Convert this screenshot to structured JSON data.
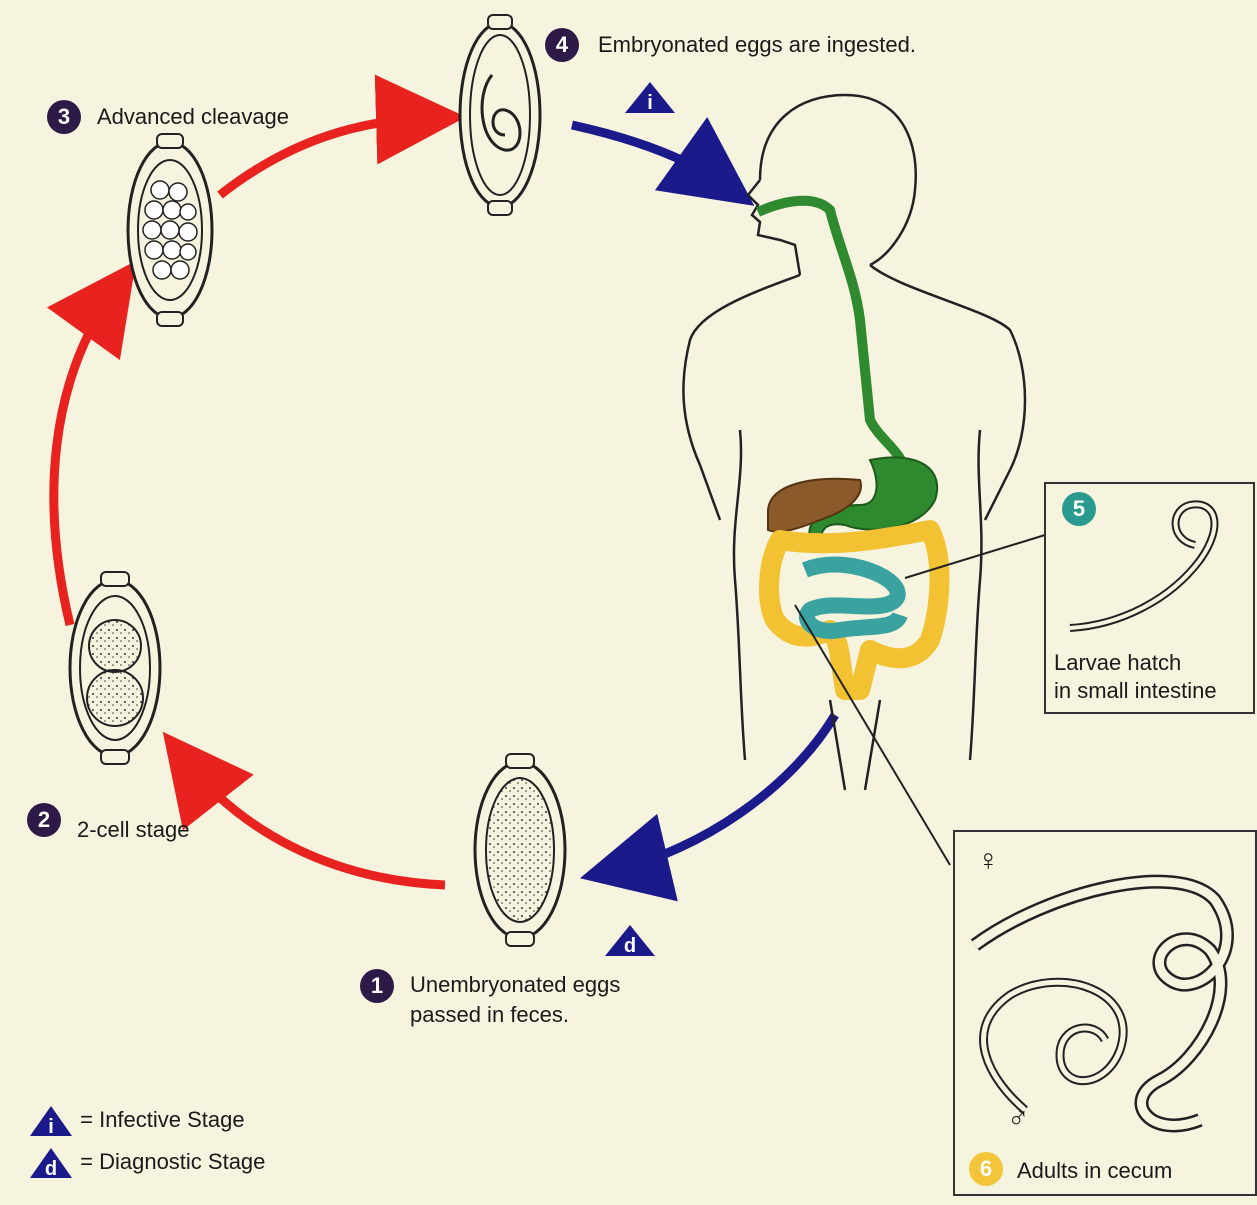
{
  "steps": {
    "s1": {
      "num": "1",
      "line1": "Unembryonated eggs",
      "line2": "passed in feces."
    },
    "s2": {
      "num": "2",
      "text": "2-cell stage"
    },
    "s3": {
      "num": "3",
      "text": "Advanced cleavage"
    },
    "s4": {
      "num": "4",
      "text": "Embryonated eggs are ingested."
    },
    "s5": {
      "num": "5",
      "line1": "Larvae hatch",
      "line2": "in small intestine"
    },
    "s6": {
      "num": "6",
      "text": "Adults in cecum"
    }
  },
  "markers": {
    "infective": "i",
    "diagnostic": "d",
    "female": "♀",
    "male": "♂"
  },
  "legend": {
    "infective": "= Infective Stage",
    "diagnostic": "= Diagnostic Stage"
  },
  "colors": {
    "background": "#f6f3de",
    "step_badge": "#2e1a47",
    "step5_badge": "#2a9a8e",
    "step6_badge": "#f3c63a",
    "forward_arrow": "#e8231f",
    "host_arrow": "#1a1a8a",
    "esophagus": "#2f8a2f",
    "liver": "#8a5a2a",
    "colon": "#f2c233",
    "small_intestine": "#3aa3a0"
  },
  "icons": [
    "egg-icon",
    "human-body-outline",
    "larva-icon",
    "adult-worm-icon"
  ]
}
